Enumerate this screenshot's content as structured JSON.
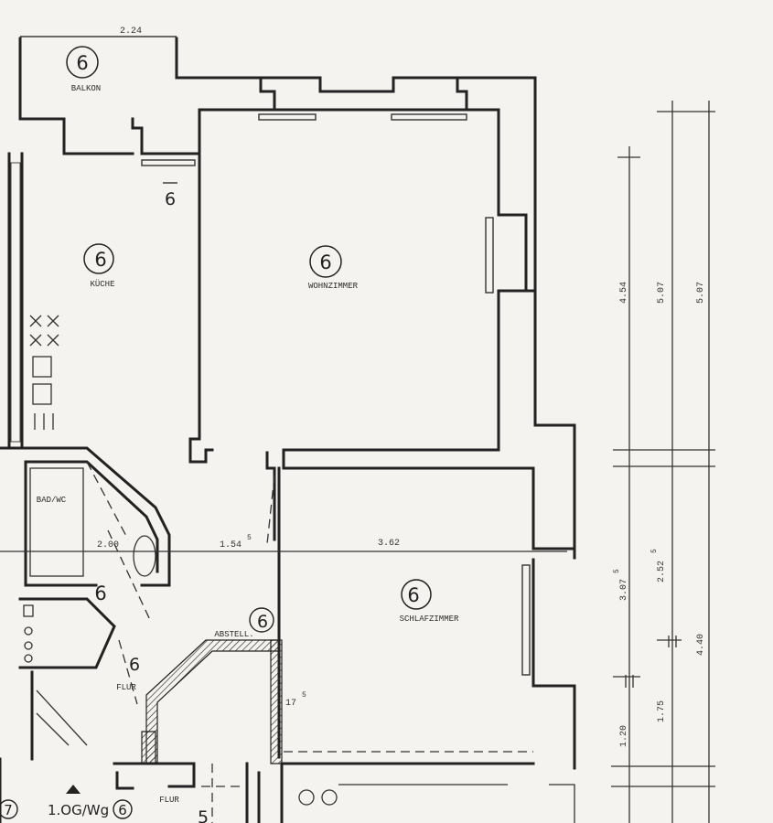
{
  "rooms": {
    "balkon": {
      "number": "6",
      "label": "BALKON"
    },
    "kueche": {
      "number": "6",
      "label": "KÜCHE"
    },
    "wohnzimmer": {
      "number": "6",
      "label": "WOHNZIMMER"
    },
    "schlafzimmer": {
      "number": "6",
      "label": "SCHLAFZIMMER"
    },
    "badwc": {
      "number": "6",
      "label": "BAD/WC"
    },
    "abstell": {
      "number": "6",
      "label": "ABSTELL."
    },
    "flur": {
      "number": "6",
      "label": "FLUR"
    },
    "flur_lower": {
      "number": "5",
      "label": "FLUR"
    },
    "corridor_note": {
      "number": "6"
    }
  },
  "dimensions": {
    "balkon_width": "2.24",
    "wohn_vertical_a": "4.54",
    "wohn_vertical_b": "5.07",
    "wohn_vertical_c": "5.07",
    "corridor_width": "1.54",
    "corridor_width_sup": "5",
    "bath_width": "2.00",
    "schlaf_width": "3.62",
    "schlaf_vertical_a": "3.07",
    "schlaf_vertical_a_sup": "5",
    "schlaf_vertical_b": "2.52",
    "schlaf_vertical_b_sup": "5",
    "schlaf_vertical_c": "4.40",
    "bottom_a": "1.20",
    "bottom_b": "1.75",
    "abstell_wall": "17",
    "abstell_wall_sup": "5"
  },
  "footer": {
    "circle_left": "7",
    "floor_code": "1.OG/Wg",
    "floor_code_circle": "6"
  }
}
